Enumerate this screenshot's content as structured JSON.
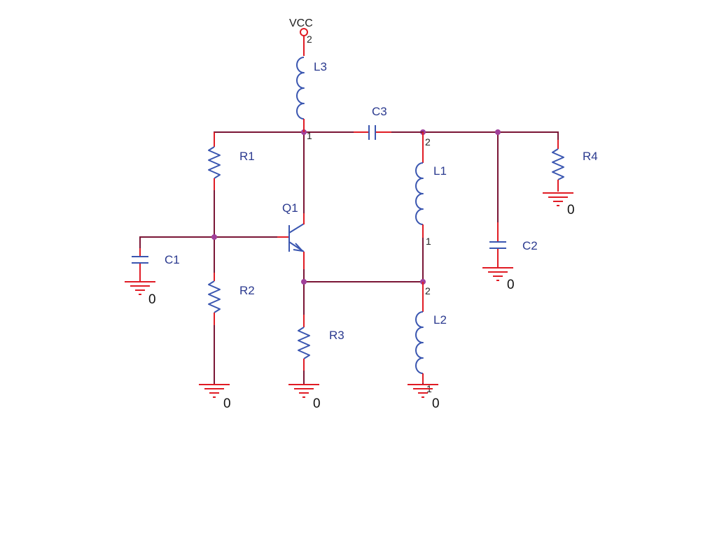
{
  "power": {
    "net": "VCC",
    "pin": "2"
  },
  "components": {
    "L3": {
      "ref": "L3"
    },
    "C3": {
      "ref": "C3"
    },
    "R1": {
      "ref": "R1"
    },
    "R2": {
      "ref": "R2"
    },
    "R3": {
      "ref": "R3"
    },
    "R4": {
      "ref": "R4"
    },
    "Q1": {
      "ref": "Q1"
    },
    "L1": {
      "ref": "L1"
    },
    "L2": {
      "ref": "L2"
    },
    "C1": {
      "ref": "C1"
    },
    "C2": {
      "ref": "C2"
    }
  },
  "pin_numbers": {
    "l3_bottom": "1",
    "c3_right": "2",
    "l1_bottom": "1",
    "l2_top": "2",
    "l2_bottom": "1"
  },
  "ground_label": "0",
  "colors": {
    "wire": "#7a1535",
    "pin": "#e01b24",
    "body": "#3a56b0",
    "junction": "#a0409a"
  }
}
